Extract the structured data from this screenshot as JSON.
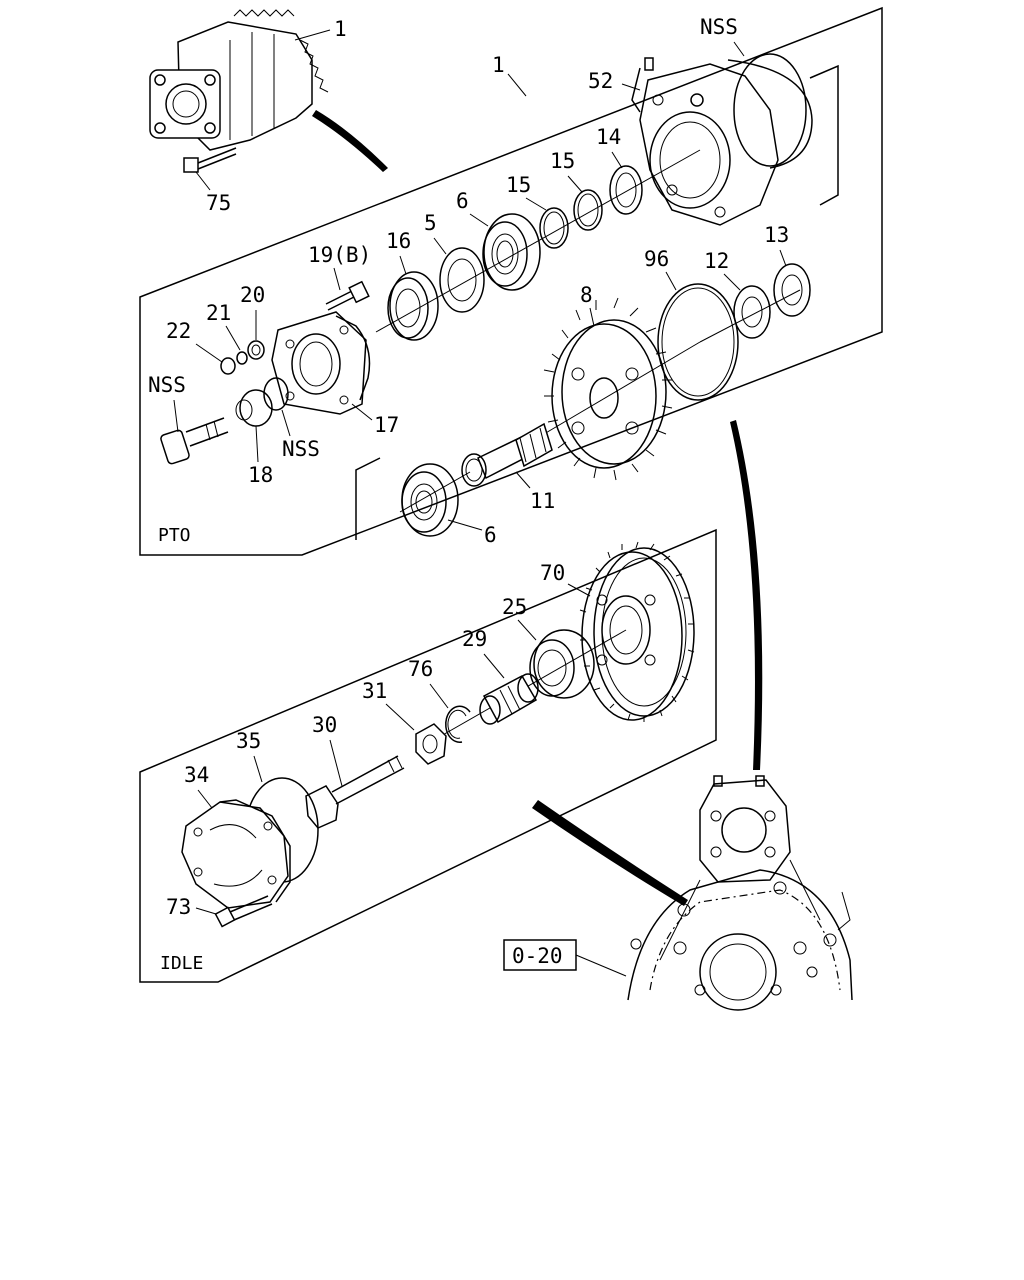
{
  "colors": {
    "line": "#000000",
    "background": "#ffffff"
  },
  "groups": {
    "pto": "PTO",
    "idle": "IDLE"
  },
  "reference": "0-20",
  "labels": {
    "l1a": "1",
    "l1b": "1",
    "l75": "75",
    "nss_top": "NSS",
    "l52": "52",
    "l14": "14",
    "l15a": "15",
    "l15b": "15",
    "l6a": "6",
    "l5": "5",
    "l16": "16",
    "l19": "19(B)",
    "l20": "20",
    "l21": "21",
    "l22": "22",
    "nss_left": "NSS",
    "l17": "17",
    "nss_mid": "NSS",
    "l18": "18",
    "l96": "96",
    "l12": "12",
    "l13": "13",
    "l8": "8",
    "l11": "11",
    "l6b": "6",
    "l70": "70",
    "l25": "25",
    "l29": "29",
    "l76": "76",
    "l31": "31",
    "l30": "30",
    "l35": "35",
    "l34": "34",
    "l73": "73"
  }
}
